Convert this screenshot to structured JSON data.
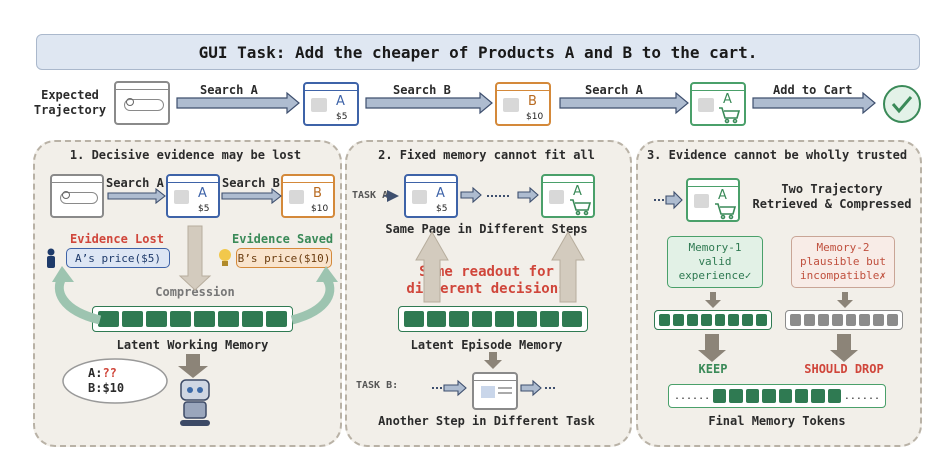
{
  "title": "GUI Task: Add the cheaper of Products A and B to the cart.",
  "top": {
    "expected_line1": "Expected",
    "expected_line2": "Trajectory",
    "step1": "Search A",
    "step2": "Search B",
    "step3": "Search A",
    "step4": "Add to Cart",
    "price_a": "$5",
    "price_b": "$10",
    "letter_a": "A",
    "letter_b": "B"
  },
  "panel1": {
    "title": "1. Decisive evidence may be lost",
    "search_a": "Search A",
    "search_b": "Search B",
    "evidence_lost": "Evidence Lost",
    "evidence_saved": "Evidence Saved",
    "a_price": "A’s price($5)",
    "b_price": "B’s price($10)",
    "compression": "Compression",
    "memory_label": "Latent Working Memory",
    "thought_a": "A:",
    "thought_a_val": "??",
    "thought_b": "B:$10"
  },
  "panel2": {
    "title": "2. Fixed memory cannot fit all",
    "task_a": "TASK A:",
    "same_page": "Same Page in Different Steps",
    "readout_line1": "Same readout for",
    "readout_line2": "different decisions",
    "memory_label": "Latent Episode Memory",
    "task_b": "TASK B:",
    "another_step": "Another Step in Different Task"
  },
  "panel3": {
    "title": "3. Evidence cannot be wholly trusted",
    "two_traj_line1": "Two Trajectory",
    "two_traj_line2": "Retrieved & Compressed",
    "mem1_line1": "Memory-1",
    "mem1_line2": "valid",
    "mem1_line3": "experience✓",
    "mem2_line1": "Memory-2",
    "mem2_line2": "plausible but",
    "mem2_line3": "incompatible✗",
    "keep": "KEEP",
    "drop": "SHOULD DROP",
    "final_label": "Final Memory Tokens"
  },
  "colors": {
    "blue": "#3e63a8",
    "orange": "#d4893a",
    "green": "#4aa06a",
    "red": "#d0463b",
    "memory_green": "#2f7a52",
    "memory_gray": "#8c8c8c"
  }
}
